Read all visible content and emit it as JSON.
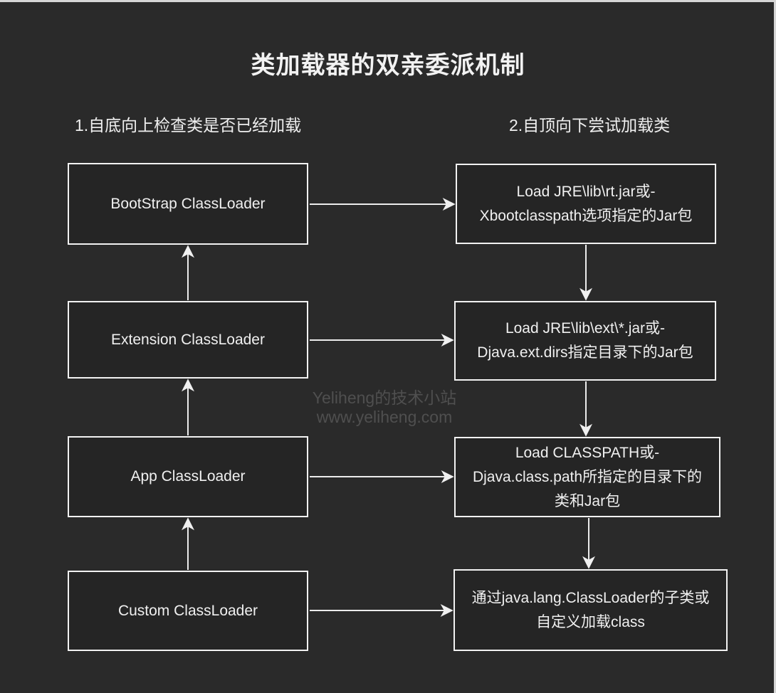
{
  "title": "类加载器的双亲委派机制",
  "labels": {
    "left": "1.自底向上检查类是否已经加载",
    "right": "2.自顶向下尝试加载类"
  },
  "left_column": {
    "boxes": [
      {
        "label": "BootStrap ClassLoader"
      },
      {
        "label": "Extension ClassLoader"
      },
      {
        "label": "App ClassLoader"
      },
      {
        "label": "Custom ClassLoader"
      }
    ]
  },
  "right_column": {
    "boxes": [
      {
        "label": "Load JRE\\lib\\rt.jar或-\nXbootclasspath选项指定的Jar包"
      },
      {
        "label": "Load JRE\\lib\\ext\\*.jar或-\nDjava.ext.dirs指定目录下的Jar包"
      },
      {
        "label": "Load CLASSPATH或-\nDjava.class.path所指定的目录下的\n类和Jar包"
      },
      {
        "label": "通过java.lang.ClassLoader的子类或\n自定义加载class"
      }
    ]
  },
  "watermark": {
    "line1": "Yeliheng的技术小站",
    "line2": "www.yeliheng.com"
  },
  "colors": {
    "background": "#2a2a2a",
    "box_fill": "#252525",
    "box_border": "#f2f2f2",
    "text": "#f0f0f0",
    "arrow": "#ececec",
    "watermark": "#4f4f4f"
  }
}
